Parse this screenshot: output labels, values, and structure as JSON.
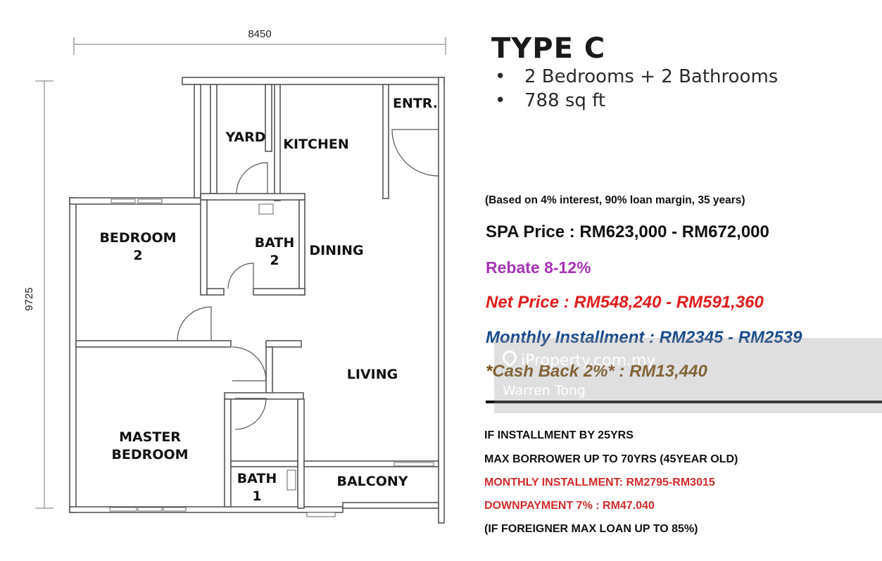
{
  "floor_plan": {
    "width_dimension": "8450",
    "height_dimension": "9725",
    "rooms": {
      "yard": "YARD",
      "kitchen": "KITCHEN",
      "entrance": "ENTR.",
      "bedroom2_line1": "BEDROOM",
      "bedroom2_line2": "2",
      "bath2_line1": "BATH",
      "bath2_line2": "2",
      "dining": "DINING",
      "living": "LIVING",
      "master_line1": "MASTER",
      "master_line2": "BEDROOM",
      "bath1_line1": "BATH",
      "bath1_line2": "1",
      "balcony": "BALCONY"
    }
  },
  "info": {
    "title": "TYPE C",
    "bullets": [
      "2 Bedrooms + 2 Bathrooms",
      "788 sq ft"
    ],
    "bullet_glyph": "•",
    "basis": "(Based on 4% interest, 90% loan margin, 35 years)",
    "spa_price": "SPA Price : RM623,000 - RM672,000",
    "rebate": "Rebate 8-12%",
    "net_price": "Net Price : RM548,240 - RM591,360",
    "monthly_installment": "Monthly Installment : RM2345 - RM2539",
    "cash_back": "*Cash Back 2%* : RM13,440",
    "notes": [
      "IF INSTALLMENT BY 25YRS",
      "MAX BORROWER UP TO 70YRS (45YEAR OLD)",
      "MONTHLY INSTALLMENT: RM2795-RM3015",
      "DOWNPAYMENT 7% : RM47.040",
      "(IF FOREIGNER MAX LOAN UP TO 85%)"
    ]
  },
  "watermark": {
    "logo_text": "iProperty.com.my",
    "agent": "Warren Tong"
  },
  "colors": {
    "rebate": "#a633b8",
    "net_price": "#e01d1d",
    "monthly": "#174a8c",
    "cash_back": "#7a5012",
    "note_red": "#d22b2b"
  }
}
